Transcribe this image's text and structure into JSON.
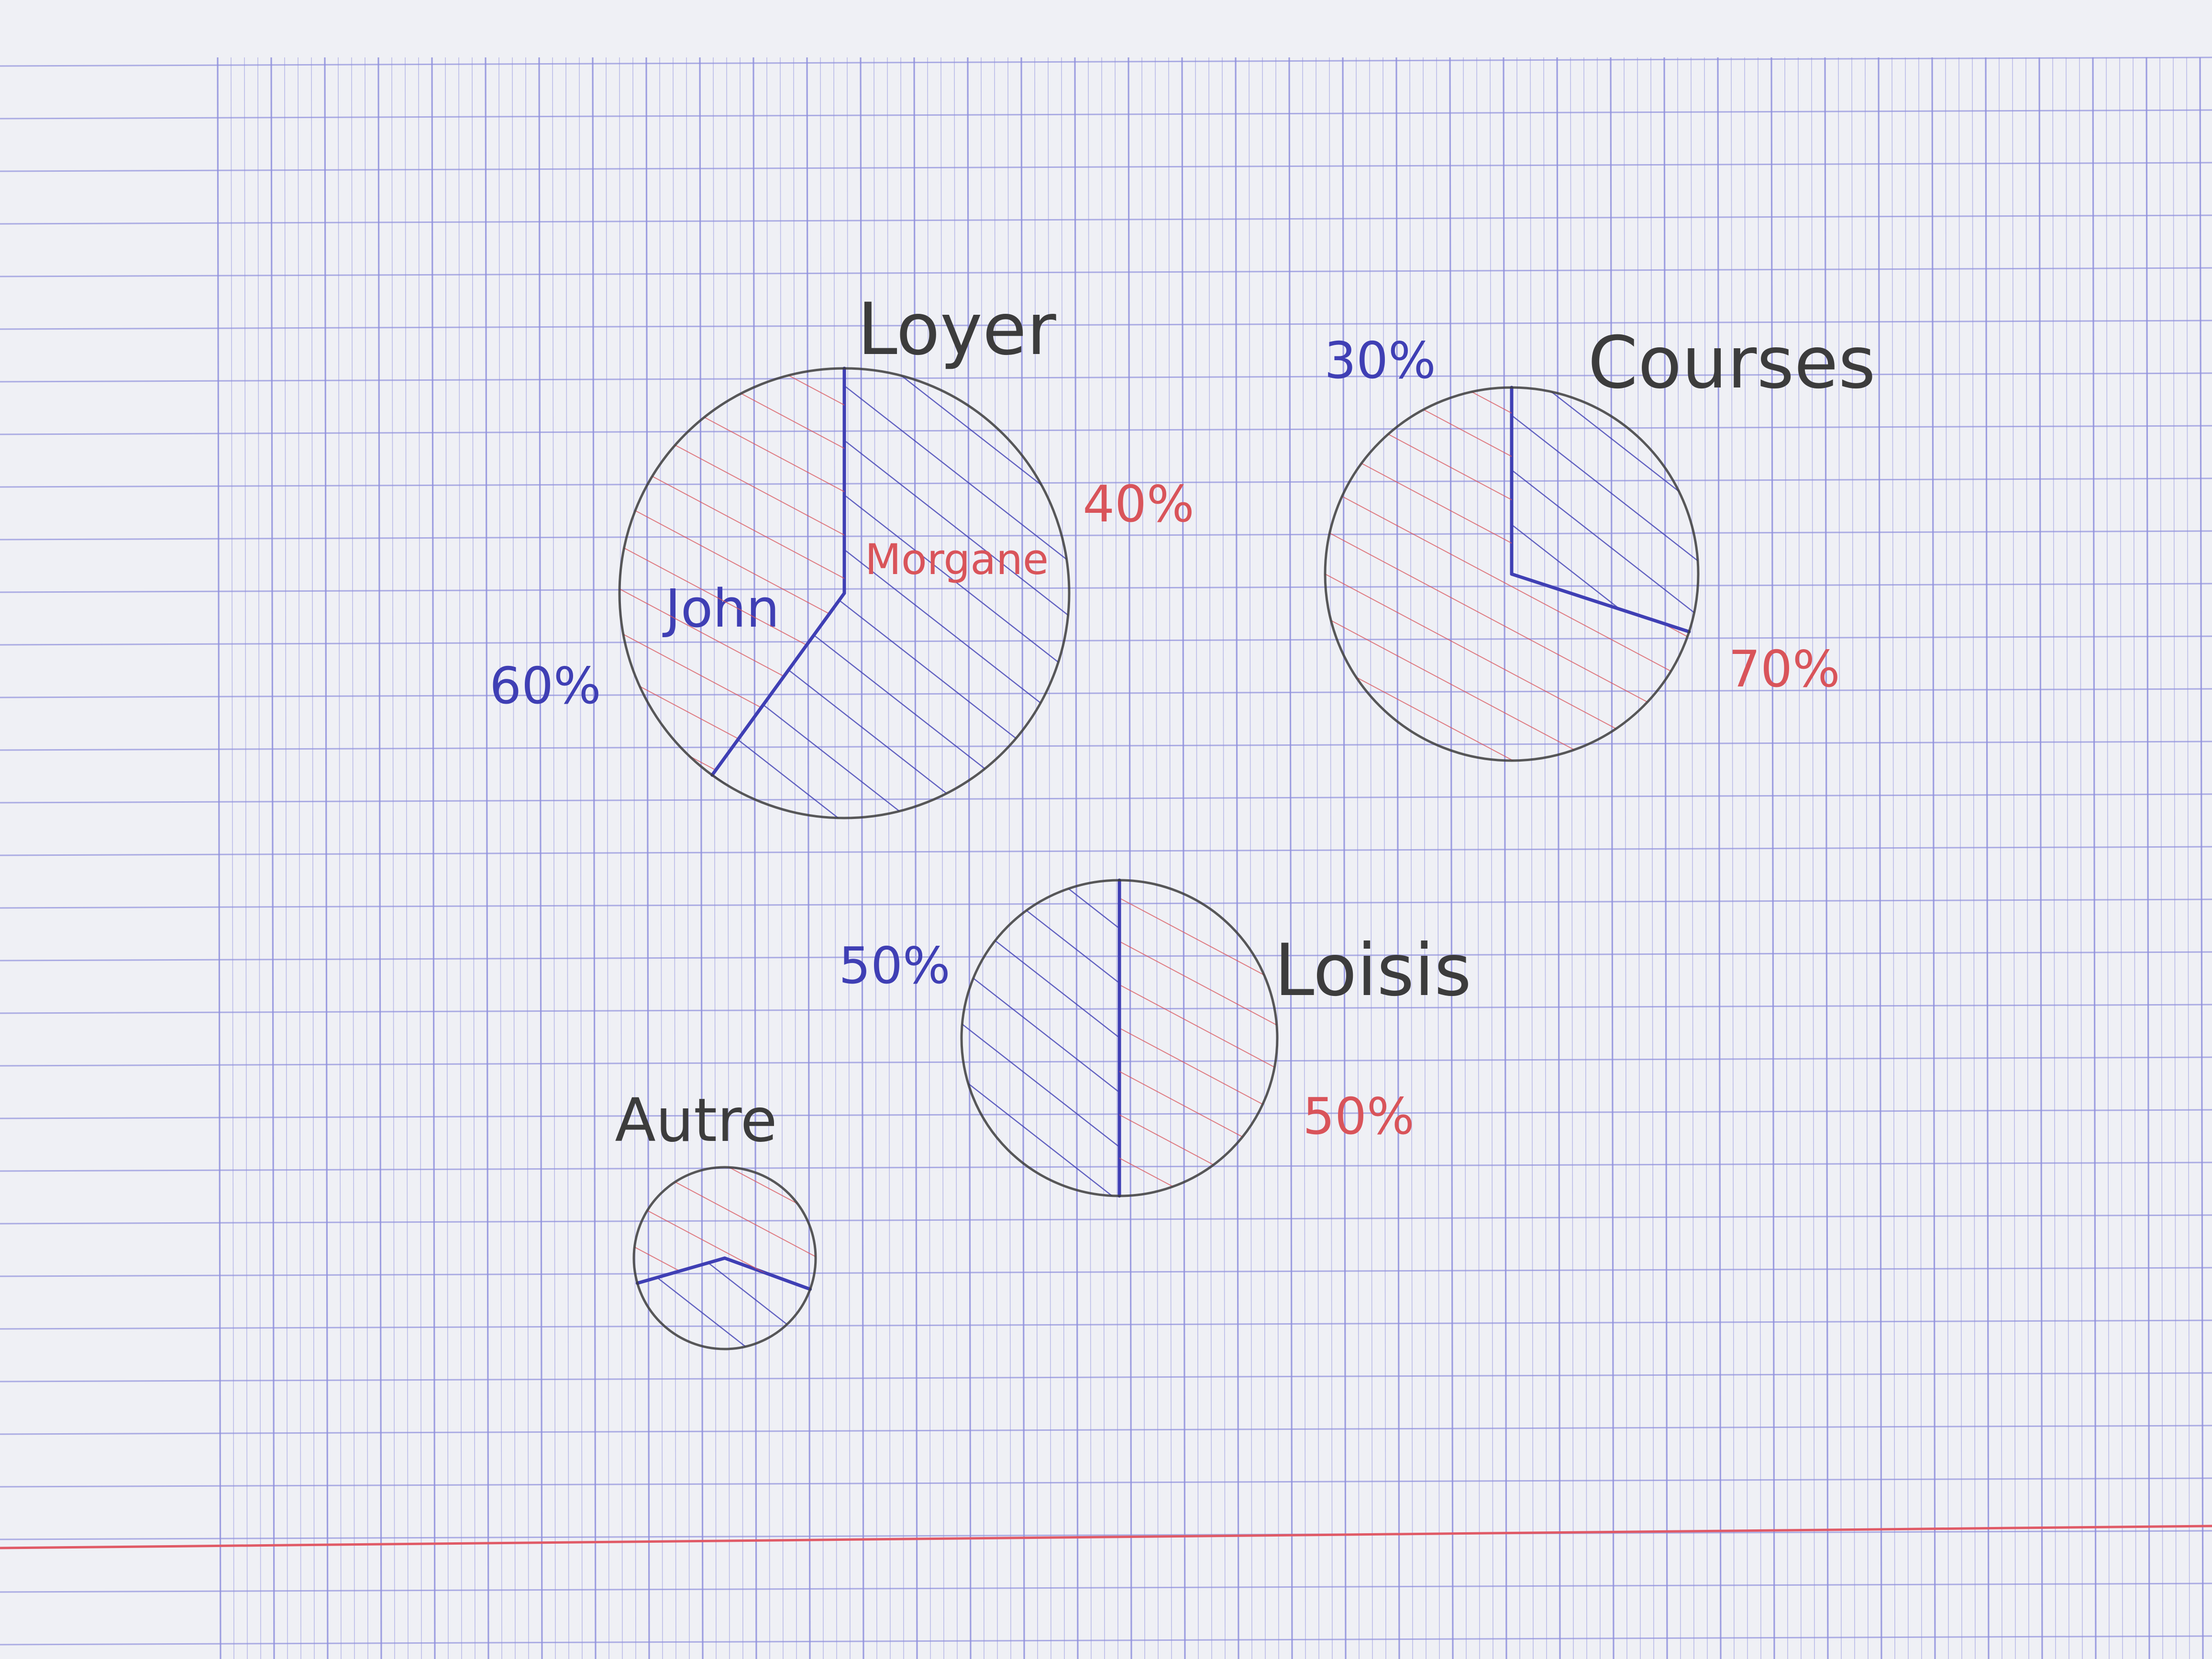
{
  "colors": {
    "paper": "#eff0f5",
    "grid_line": "#8e8fdc",
    "margin_line": "#e05a66",
    "pencil": "#3c3c3c",
    "ink_blue": "#3f3fb4",
    "ink_red": "#d9545a"
  },
  "chart_data": [
    {
      "type": "pie",
      "title": "Loyer",
      "slices": [
        {
          "label": "John",
          "value": 60,
          "value_label": "60%",
          "color": "#3f3fb4"
        },
        {
          "label": "Morgane",
          "value": 40,
          "value_label": "40%",
          "color": "#d9545a"
        }
      ]
    },
    {
      "type": "pie",
      "title": "Courses",
      "slices": [
        {
          "label": "",
          "value": 30,
          "value_label": "30%",
          "color": "#3f3fb4"
        },
        {
          "label": "",
          "value": 70,
          "value_label": "70%",
          "color": "#d9545a"
        }
      ]
    },
    {
      "type": "pie",
      "title": "Loisis",
      "slices": [
        {
          "label": "",
          "value": 50,
          "value_label": "50%",
          "color": "#3f3fb4"
        },
        {
          "label": "",
          "value": 50,
          "value_label": "50%",
          "color": "#d9545a"
        }
      ]
    },
    {
      "type": "pie",
      "title": "Autre",
      "slices": [
        {
          "label": "",
          "value": 40,
          "value_label": "",
          "color": "#3f3fb4"
        },
        {
          "label": "",
          "value": 60,
          "value_label": "",
          "color": "#d9545a"
        }
      ]
    }
  ]
}
